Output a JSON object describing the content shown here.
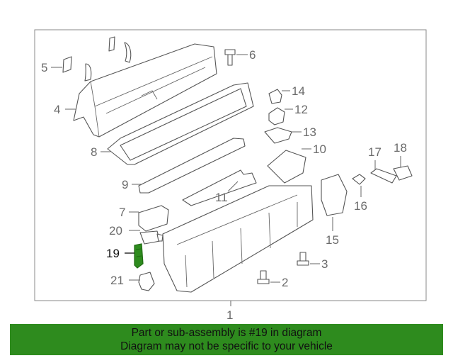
{
  "callouts": {
    "c1": "1",
    "c2": "2",
    "c3": "3",
    "c4": "4",
    "c5": "5",
    "c6": "6",
    "c7": "7",
    "c8": "8",
    "c9": "9",
    "c10": "10",
    "c11": "11",
    "c12": "12",
    "c13": "13",
    "c14": "14",
    "c15": "15",
    "c16": "16",
    "c17": "17",
    "c18": "18",
    "c19": "19",
    "c20": "20",
    "c21": "21"
  },
  "highlight": {
    "part": "19",
    "color": "#2e8b1e"
  },
  "banner": {
    "line1": "Part or sub-assembly is #19 in diagram",
    "line2": "Diagram may not be specific to your vehicle",
    "background": "#2e8b1e"
  }
}
